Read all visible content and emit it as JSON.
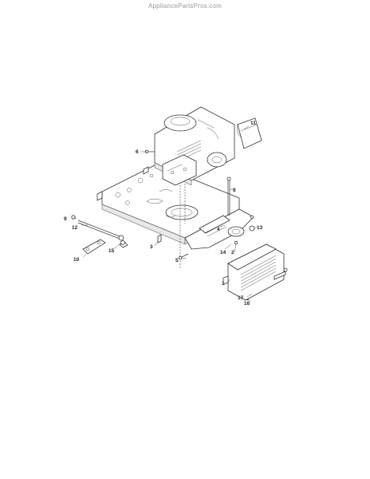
{
  "watermark": "AppliancePartsPros.com",
  "callouts": {
    "c1": "1",
    "c2": "2",
    "c3": "3",
    "c4": "4",
    "c5": "5",
    "c6": "6",
    "c8": "8",
    "c9": "9",
    "c10": "10",
    "c11": "11",
    "c12": "12",
    "c13": "13",
    "c14": "14",
    "c15": "15",
    "c16": "16",
    "c17": "17"
  }
}
